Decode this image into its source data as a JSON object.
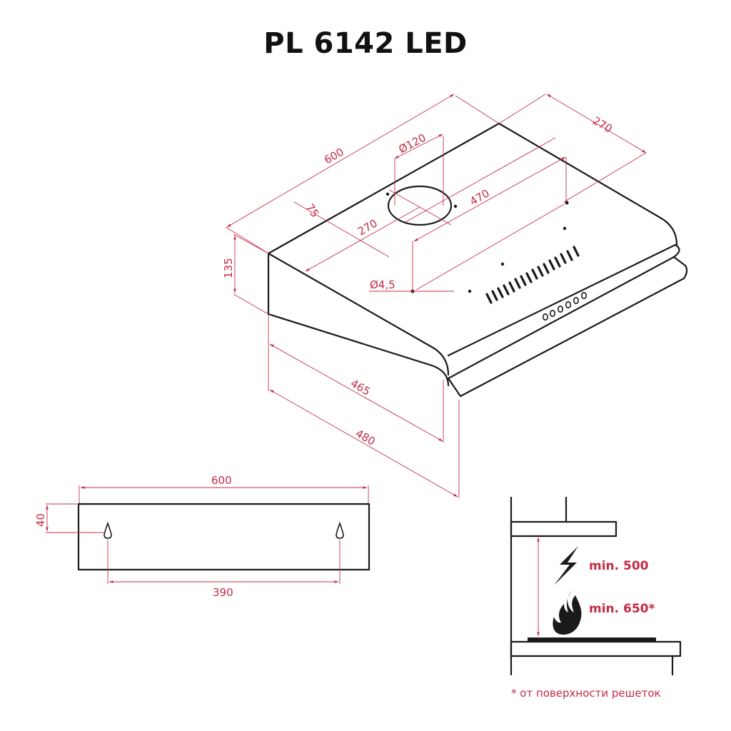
{
  "title": "PL 6142 LED",
  "isometric_view": {
    "dimensions": {
      "width_overall": "600",
      "duct_diameter": "Ø120",
      "duct_offset_side": "75",
      "duct_offset_front": "270",
      "rear_depth": "270",
      "mounting_hole_spacing": "470",
      "mounting_hole_diameter": "Ø4,5",
      "height": "135",
      "depth_body": "465",
      "depth_overall": "480"
    },
    "features": [
      "exhaust-outlet",
      "grease-filter-slots",
      "control-buttons",
      "mounting-holes"
    ],
    "control_buttons_count": 6,
    "filter_slots_count": 16
  },
  "rear_view": {
    "dimensions": {
      "width": "600",
      "hole_height_from_top": "40",
      "hole_spacing": "390"
    },
    "keyhole_count": 2
  },
  "installation_diagram": {
    "electric_label": "min. 500",
    "gas_label": "min. 650*",
    "electric_icon": "lightning-icon",
    "gas_icon": "flame-icon",
    "footnote": "* от поверхности решеток"
  },
  "colors": {
    "outline": "#1a1a1a",
    "dimension": "#c9304a",
    "background": "#ffffff"
  }
}
